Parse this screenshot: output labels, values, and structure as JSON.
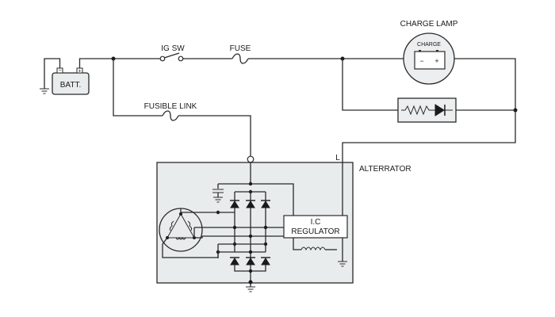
{
  "labels": {
    "battery": "BATT.",
    "battery_minus": "−",
    "battery_plus": "+",
    "ig_switch": "IG SW",
    "fuse": "FUSE",
    "charge_lamp": "CHARGE LAMP",
    "charge_lamp_inner": "CHARGE",
    "lamp_minus": "−",
    "lamp_plus": "+",
    "fusible_link": "FUSIBLE LINK",
    "l_terminal": "L",
    "alternator": "ALTERRATOR",
    "regulator_line1": "I.C",
    "regulator_line2": "REGULATOR"
  },
  "colors": {
    "alternator_fill": "#e9eced",
    "lamp_fill": "#eceeef",
    "diode_box_fill": "#eceeef",
    "wire": "#2a2a2a"
  }
}
